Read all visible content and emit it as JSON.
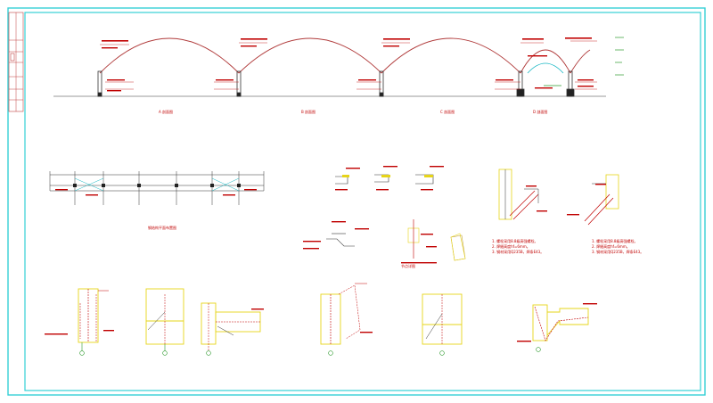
{
  "drawing": {
    "colors": {
      "frame": "#35d0d6",
      "arch": "#b03a3a",
      "column": "#404040",
      "plate": "#e6d419",
      "steel": "#d93030",
      "anchor": "#2e9a2e",
      "text": "#c00000",
      "cyan_line": "#19b8c4"
    },
    "elevation_captions": [
      "A 剖面图",
      "B 剖面图",
      "C 剖面图",
      "D 剖面图"
    ],
    "plan_caption": "钢结构平面布置图",
    "detail_caption": "节点详图",
    "notes": [
      "1. 螺栓采用8.8级高强螺栓。",
      "2. 焊缝高度hf=6mm。",
      "3. 钢材采用Q235B，焊条E43。"
    ],
    "icons": [
      "title-block-icon",
      "north-marker-icon"
    ]
  }
}
